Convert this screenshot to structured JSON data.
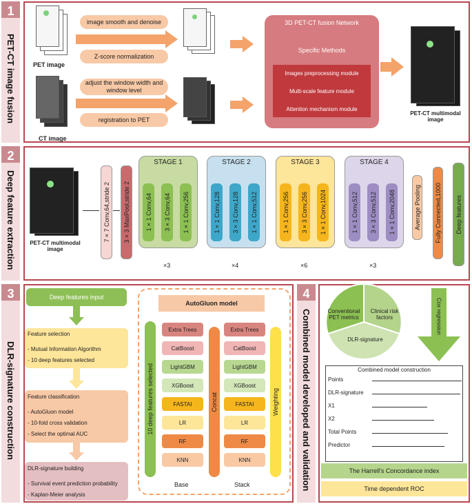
{
  "panel1": {
    "num": "1",
    "title": "PET-CT image fusion",
    "pet_label": "PET image",
    "ct_label": "CT image",
    "pet_step1": "image smooth and denoise",
    "pet_step2": "Z-score normalization",
    "ct_step1": "adjust the window width and window level",
    "ct_step2": "registration to PET",
    "network_title": "3D PET-CT fusion Network",
    "methods_title": "Specific Methods",
    "methods": [
      "Images preprocessing module",
      "Multi-scale feature module",
      "Attention mechanism module"
    ],
    "output_label": "PET-CT multimodal image"
  },
  "panel2": {
    "num": "2",
    "title": "Deep feature extraction",
    "input_label": "PET-CT multimodal image",
    "conv7": "7×7 Conv,64,stride 2",
    "maxpool": "3×3 MaxPool,stride 2",
    "stages": [
      {
        "name": "STAGE 1",
        "layers": [
          "1×1 Conv,64",
          "3×3 Conv,64",
          "1×1 Conv,256"
        ],
        "repeat": "×3"
      },
      {
        "name": "STAGE 2",
        "layers": [
          "1×1 Conv,128",
          "3×3 Conv,128",
          "1×1 Conv,512"
        ],
        "repeat": "×4"
      },
      {
        "name": "STAGE 3",
        "layers": [
          "1×1 Conv,256",
          "3×3 Conv,256",
          "1×1 Conv,1024"
        ],
        "repeat": "×6"
      },
      {
        "name": "STAGE 4",
        "layers": [
          "1×1 Conv,512",
          "3×3 Conv,512",
          "1×1 Conv,2048"
        ],
        "repeat": "×3"
      }
    ],
    "avgpool": "Average Pooling",
    "fc": "Fully Connected,1000",
    "features": "Deep features"
  },
  "panel3": {
    "num": "3",
    "title": "DLR-signature construction",
    "input": "Deep features input",
    "selection_title": "Feature selection",
    "selection_items": [
      "- Mutual Information Algorithm",
      "- 10 deep features selected"
    ],
    "classification_title": "Feature classification",
    "classification_items": [
      "- AutoGluon  model",
      "- 10-fold cross validation",
      "- Select  the  optimal AUC"
    ],
    "building_title": "DLR-signature building",
    "building_items": [
      "- Survival event prediction probability",
      "- Kaplan-Meier analysis"
    ],
    "autogluon_title": "AutoGluon model",
    "selected_bar": "10 deep features selected",
    "base_models": [
      "Extra Trees",
      "CatBoost",
      "LightGBM",
      "XGBoost",
      "FASTAI",
      "LR",
      "RF",
      "KNN"
    ],
    "concat": "Concat",
    "stack_models": [
      "Extra Trees",
      "CatBoost",
      "LightGBM",
      "XGBoost",
      "FASTAI",
      "LR",
      "RF",
      "KNN"
    ],
    "weighting": "Weighting",
    "base_label": "Base",
    "stack_label": "Stack"
  },
  "panel4": {
    "num": "4",
    "title": "Combined model developed  and  validation",
    "pie": [
      "Conventional PET metrics",
      "Clinical risk factors",
      "DLR-signature"
    ],
    "cox": "Cox regression",
    "nomo_title": "Combined model construction",
    "nomo_rows": [
      "Points",
      "DLR-signature",
      "X1",
      "X2",
      "Total Points",
      "Predictor"
    ],
    "cindex": "The Harrell's Concordance index",
    "roc": "Time dependent ROC"
  },
  "colors": {
    "border": "#b7474f",
    "tab": "#f3dcdd",
    "orange_arrow": "#f4a36a",
    "network": "#d67b7f",
    "methods": "#c0393d"
  }
}
